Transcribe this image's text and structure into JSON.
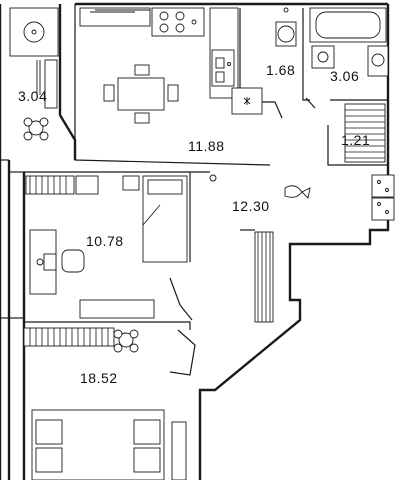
{
  "rooms": [
    {
      "id": "loggia-top",
      "area": "3.04"
    },
    {
      "id": "bathroom",
      "area": "1.68"
    },
    {
      "id": "bath",
      "area": "3.06"
    },
    {
      "id": "kitchen",
      "area": "11.88"
    },
    {
      "id": "closet",
      "area": "1.21"
    },
    {
      "id": "hall",
      "area": "12.30"
    },
    {
      "id": "bedroom",
      "area": "10.78"
    },
    {
      "id": "living",
      "area": "18.52"
    }
  ],
  "colors": {
    "line": "#1a1a1a",
    "background": "#ffffff"
  }
}
